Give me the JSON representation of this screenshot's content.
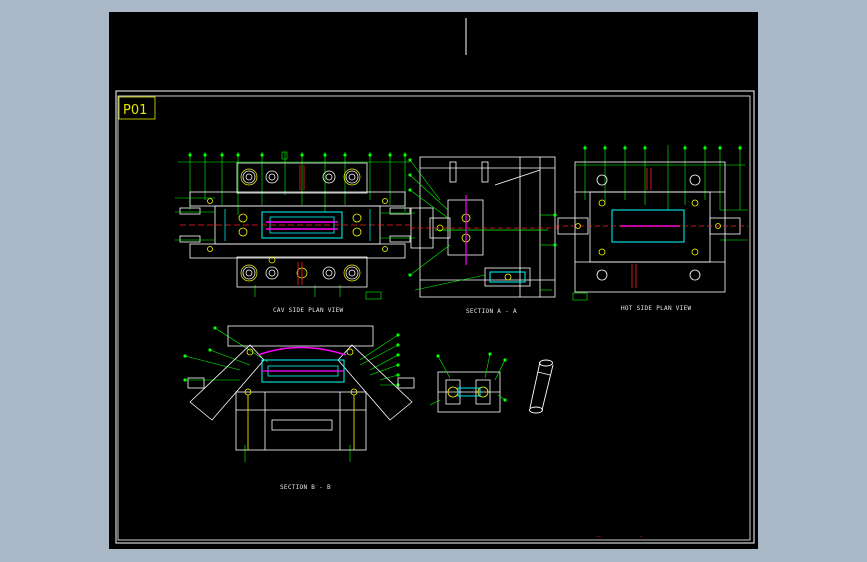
{
  "drawing": {
    "sheet_tag": "P01",
    "views": {
      "cav_side": "CAV SIDE PLAN VIEW",
      "section_aa": "SECTION A - A",
      "hot_side": "HOT SIDE PLAN VIEW",
      "section_bb": "SECTION B - B"
    }
  },
  "colors": {
    "viewport_bg": "#a9b7c6",
    "canvas": "#000000",
    "frame": "#ffffff",
    "tag_border": "#e6e600",
    "leader": "#00ff00",
    "part": "#ffffff",
    "cyan": "#00ffff",
    "magenta": "#ff00ff",
    "red": "#ff2020",
    "yellow": "#ffff00"
  }
}
